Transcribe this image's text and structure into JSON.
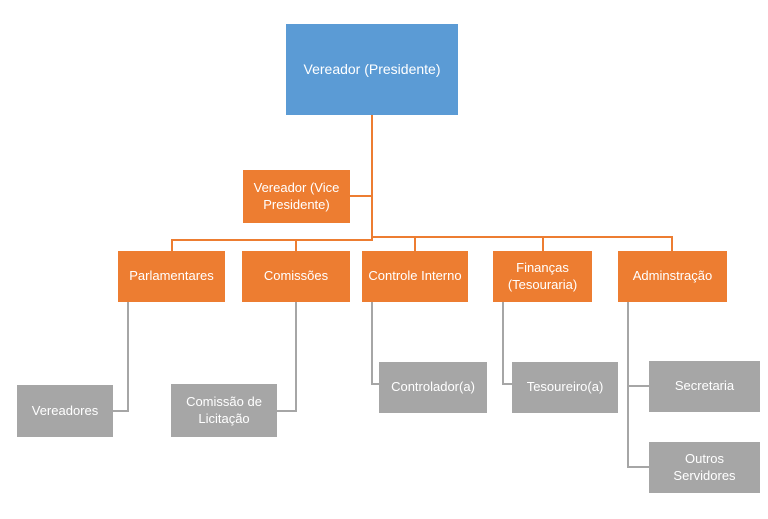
{
  "colors": {
    "background": "#FFFFFF",
    "president_fill": "#5B9BD5",
    "accent_fill": "#ED7D31",
    "subordinate_fill": "#A6A6A6",
    "connector_orange": "#ED7D31",
    "connector_gray": "#A6A6A6",
    "text": "#FFFFFF"
  },
  "org_chart": {
    "type": "organization-chart",
    "nodes": {
      "president": {
        "label": "Vereador (Presidente)"
      },
      "vice_president": {
        "label": "Vereador (Vice Presidente)"
      },
      "parlamentares": {
        "label": "Parlamentares"
      },
      "comissoes": {
        "label": "Comissões"
      },
      "controle_interno": {
        "label": "Controle Interno"
      },
      "financas_tesouraria": {
        "label": "Finanças (Tesouraria)"
      },
      "adminstracao": {
        "label": "Adminstração"
      },
      "vereadores": {
        "label": "Vereadores"
      },
      "comissao_de_licitacao": {
        "label": "Comissão de Licitação"
      },
      "controlador": {
        "label": "Controlador(a)"
      },
      "tesoureiro": {
        "label": "Tesoureiro(a)"
      },
      "secretaria": {
        "label": "Secretaria"
      },
      "outros_servidores": {
        "label": "Outros Servidores"
      }
    },
    "edges": [
      [
        "president",
        "vice_president"
      ],
      [
        "president",
        "parlamentares"
      ],
      [
        "president",
        "comissoes"
      ],
      [
        "president",
        "controle_interno"
      ],
      [
        "president",
        "financas_tesouraria"
      ],
      [
        "president",
        "adminstracao"
      ],
      [
        "parlamentares",
        "vereadores"
      ],
      [
        "comissoes",
        "comissao_de_licitacao"
      ],
      [
        "controle_interno",
        "controlador"
      ],
      [
        "financas_tesouraria",
        "tesoureiro"
      ],
      [
        "adminstracao",
        "secretaria"
      ],
      [
        "adminstracao",
        "outros_servidores"
      ]
    ]
  }
}
